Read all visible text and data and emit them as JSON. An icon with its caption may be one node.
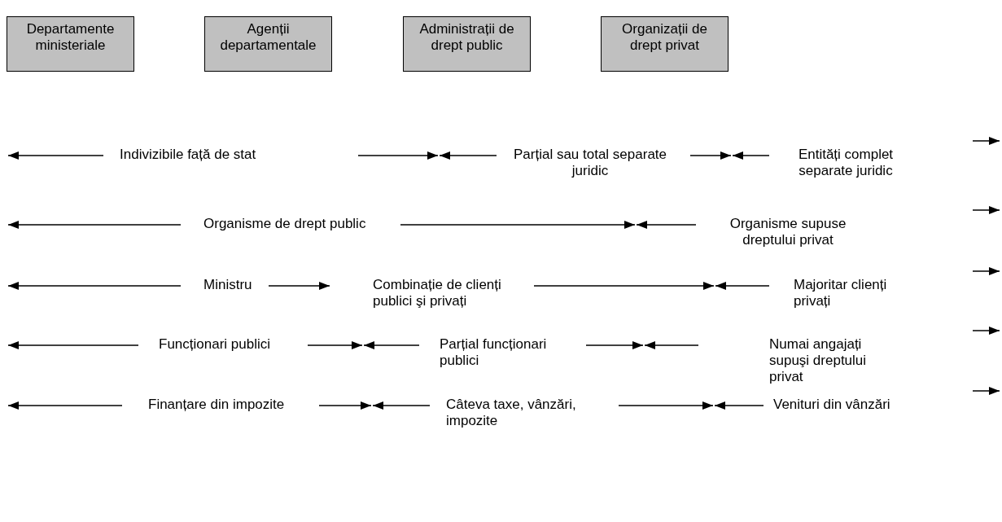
{
  "diagram": {
    "nodes": [
      {
        "text": [
          "Departamente ministeriale"
        ]
      },
      {
        "text": [
          "Agenții departamentale"
        ]
      },
      {
        "text": [
          "Administrații de drept public"
        ]
      },
      {
        "text": [
          "Organizații de drept privat"
        ]
      }
    ],
    "labels": [
      "Indivizibile față de stat",
      "Parțial sau total separate juridic",
      "Entități complet separate juridic",
      "Organisme de drept public",
      "Organisme supuse dreptului privat",
      "Ministru",
      "Combinație de clienți publici şi privați",
      "Majoritar clienți privați",
      "Funcționari publici",
      "Parțial funcționari publici",
      "Numai angajați supuşi dreptului privat",
      "Finanțare din impozite",
      "Câteva taxe, vânzări, impozite",
      "Venituri din vânzări"
    ]
  }
}
